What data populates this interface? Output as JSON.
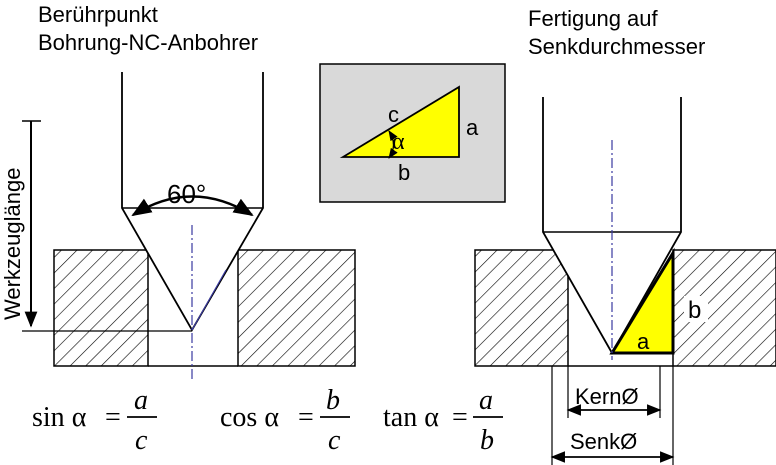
{
  "labels": {
    "left_title_line1": "Berührpunkt",
    "left_title_line2": "Bohrung-NC-Anbohrer",
    "right_title_line1": "Fertigung auf",
    "right_title_line2": "Senkdurchmesser",
    "angle": "60°",
    "tool_length": "Werkzeuglänge",
    "inset_side_a": "a",
    "inset_side_b": "b",
    "inset_side_c": "c",
    "inset_angle": "α",
    "right_side_a": "a",
    "right_side_b": "b",
    "kern_dimension": "KernØ",
    "senk_dimension": "SenkØ"
  },
  "formulas": [
    {
      "func": "sin",
      "var": "α",
      "num": "a",
      "den": "c"
    },
    {
      "func": "cos",
      "var": "α",
      "num": "b",
      "den": "c"
    },
    {
      "func": "tan",
      "var": "α",
      "num": "a",
      "den": "b"
    }
  ],
  "colors": {
    "triangle_fill": "#ffff00",
    "inset_background": "#d9d9d9",
    "center_line": "#3a3aa0",
    "ink": "#000000"
  }
}
